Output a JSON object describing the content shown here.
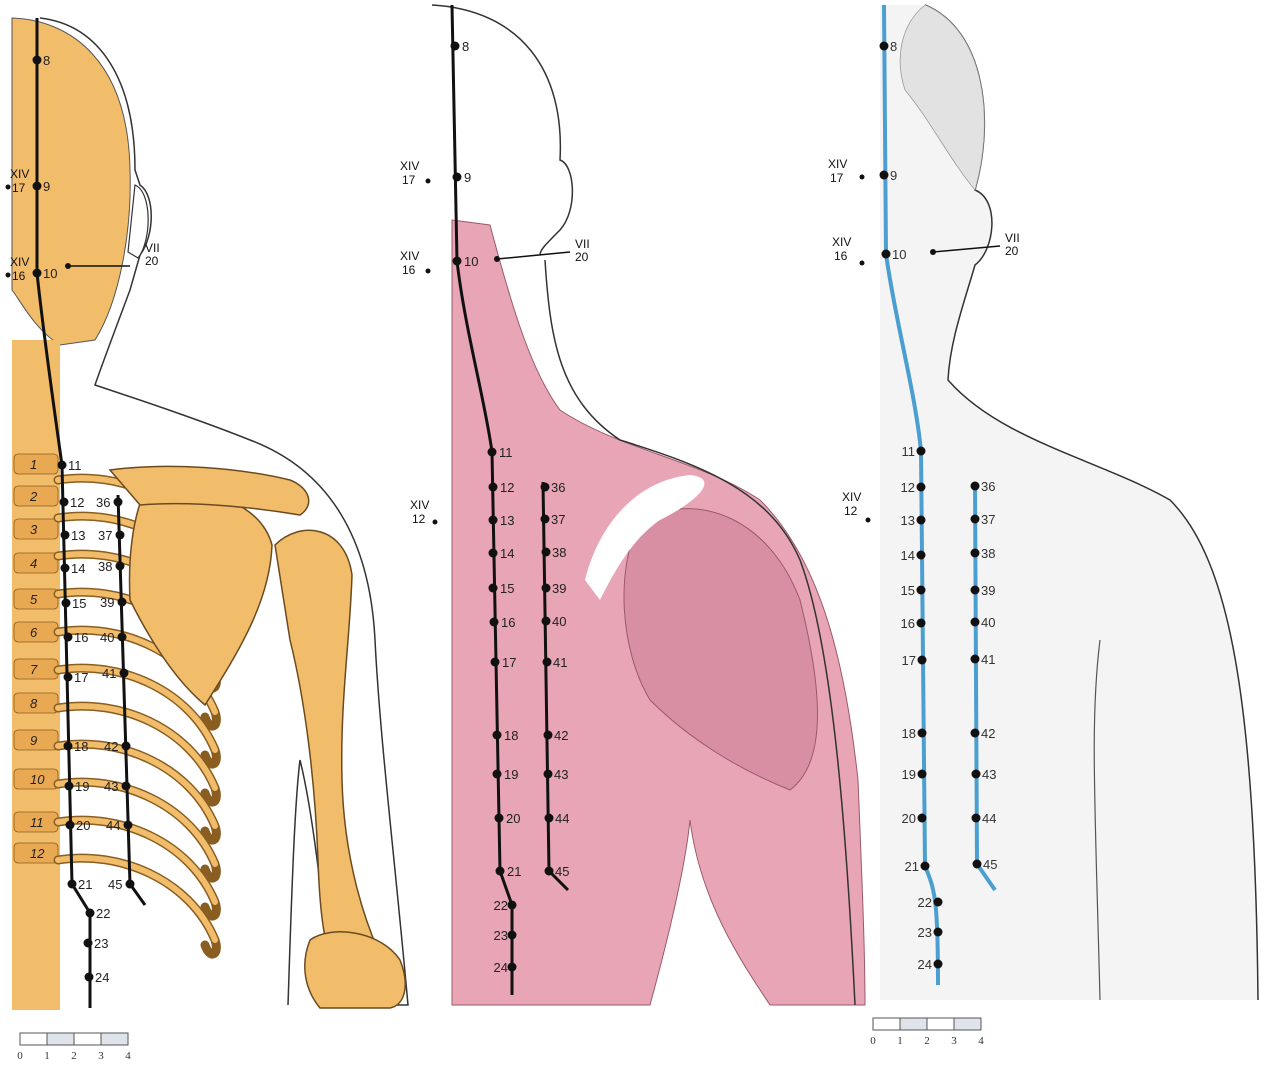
{
  "panels": [
    {
      "id": "skeleton",
      "style": {
        "body": "#f2bd6b",
        "outline": "#333333",
        "line": "#111111",
        "dot": "#111111"
      },
      "outer_line": [
        "8",
        "9",
        "10",
        "11",
        "12",
        "13",
        "14",
        "15",
        "16",
        "17",
        "18",
        "19",
        "20",
        "21",
        "22",
        "23",
        "24"
      ],
      "inner_line": [
        "36",
        "37",
        "38",
        "39",
        "40",
        "41",
        "42",
        "43",
        "44",
        "45"
      ],
      "vertebrae": [
        "1",
        "2",
        "3",
        "4",
        "5",
        "6",
        "7",
        "8",
        "9",
        "10",
        "11",
        "12"
      ],
      "side_points": [
        {
          "meridian": "XIV",
          "point": "17"
        },
        {
          "meridian": "XIV",
          "point": "16"
        }
      ],
      "ref_point": {
        "meridian": "VII",
        "point": "20"
      }
    },
    {
      "id": "muscles",
      "style": {
        "body": "#e8a5b5",
        "outline": "#333333",
        "line": "#111111",
        "dot": "#111111"
      },
      "outer_line": [
        "8",
        "9",
        "10",
        "11",
        "12",
        "13",
        "14",
        "15",
        "16",
        "17",
        "18",
        "19",
        "20",
        "21",
        "22",
        "23",
        "24"
      ],
      "inner_line": [
        "36",
        "37",
        "38",
        "39",
        "40",
        "41",
        "42",
        "43",
        "44",
        "45"
      ],
      "side_points": [
        {
          "meridian": "XIV",
          "point": "17"
        },
        {
          "meridian": "XIV",
          "point": "16"
        },
        {
          "meridian": "XIV",
          "point": "12"
        }
      ],
      "ref_point": {
        "meridian": "VII",
        "point": "20"
      }
    },
    {
      "id": "surface",
      "style": {
        "body": "#f4f4f4",
        "outline": "#333333",
        "line": "#4a9fd0",
        "dot": "#111111"
      },
      "outer_line": [
        "8",
        "9",
        "10",
        "11",
        "12",
        "13",
        "14",
        "15",
        "16",
        "17",
        "18",
        "19",
        "20",
        "21",
        "22",
        "23",
        "24"
      ],
      "inner_line": [
        "36",
        "37",
        "38",
        "39",
        "40",
        "41",
        "42",
        "43",
        "44",
        "45"
      ],
      "side_points": [
        {
          "meridian": "XIV",
          "point": "17"
        },
        {
          "meridian": "XIV",
          "point": "16"
        },
        {
          "meridian": "XIV",
          "point": "12"
        }
      ],
      "ref_point": {
        "meridian": "VII",
        "point": "20"
      }
    }
  ],
  "scale_bar": {
    "ticks": [
      "0",
      "1",
      "2",
      "3",
      "4"
    ],
    "colors": {
      "light": "#dfe3ea",
      "border": "#555555"
    }
  }
}
